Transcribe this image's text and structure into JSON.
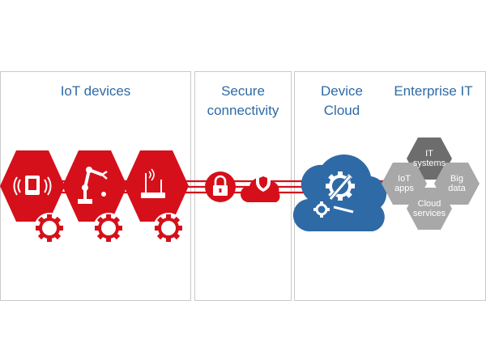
{
  "panels": [
    {
      "title": "IoT devices"
    },
    {
      "title": "Secure\nconnectivity"
    },
    {
      "title": "Device Cloud"
    },
    {
      "title": "Enterprise IT"
    }
  ],
  "devices": [
    {
      "icon": "nfc-tablet-icon"
    },
    {
      "icon": "robot-arm-icon"
    },
    {
      "icon": "router-icon"
    }
  ],
  "security": [
    {
      "icon": "padlock-icon"
    },
    {
      "icon": "shield-cloud-icon"
    }
  ],
  "cloud": {
    "icon": "wrench-gear-cloud-icon"
  },
  "enterprise_it": {
    "modules": [
      {
        "label": "IT\nsystems"
      },
      {
        "label": "IoT\napps"
      },
      {
        "label": "Big\ndata"
      },
      {
        "label": "Cloud\nservices"
      }
    ]
  },
  "colors": {
    "red": "#d5101a",
    "cloud_blue": "#2e6aa6",
    "title_blue": "#2e6aa6",
    "dark_gray": "#6d6d6d",
    "light_gray": "#a8a8a8",
    "gear_gray": "#bdbdbd"
  }
}
